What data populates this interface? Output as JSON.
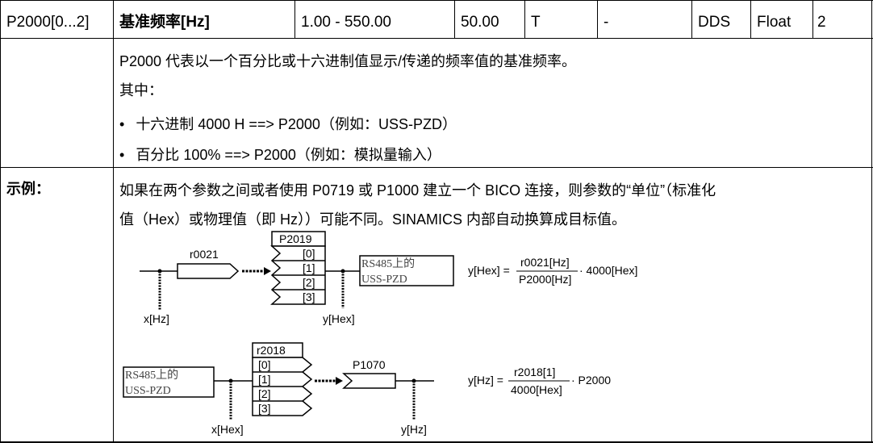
{
  "header_row": {
    "param": "P2000[0...2]",
    "name": "基准频率[Hz]",
    "range": "1.00 - 550.00",
    "default": "50.00",
    "change": "T",
    "unit": "-",
    "group": "DDS",
    "type": "Float",
    "level": "2"
  },
  "description": {
    "line1": "P2000 代表以一个百分比或十六进制值显示/传递的频率值的基准频率。",
    "line2": "其中：",
    "bullets": [
      "十六进制 4000 H ==> P2000（例如：USS-PZD）",
      "百分比 100% ==> P2000（例如：模拟量输入）"
    ]
  },
  "example": {
    "label": "示例：",
    "line1": "如果在两个参数之间或者使用 P0719 或 P1000 建立一个 BICO 连接，则参数的“单位”（标准化",
    "line2": "值（Hex）或物理值（即 Hz））可能不同。SINAMICS 内部自动换算成目标值。"
  },
  "diagram1": {
    "input_label": "x[Hz]",
    "source": "r0021",
    "block": "P2019",
    "indices": [
      "[0]",
      "[1]",
      "[2]",
      "[3]"
    ],
    "output_label": "y[Hex]",
    "target_line1": "RS485上的",
    "target_line2": "USS-PZD",
    "formula": {
      "lhs": "y[Hex] =",
      "num": "r0021[Hz]",
      "den": "P2000[Hz]",
      "rhs": "· 4000[Hex]"
    }
  },
  "diagram2": {
    "source_line1": "RS485上的",
    "source_line2": "USS-PZD",
    "input_label": "x[Hex]",
    "block": "r2018",
    "indices": [
      "[0]",
      "[1]",
      "[2]",
      "[3]"
    ],
    "target": "P1070",
    "output_label": "y[Hz]",
    "formula": {
      "lhs": "y[Hz] =",
      "num": "r2018[1]",
      "den": "4000[Hex]",
      "rhs": "· P2000"
    }
  }
}
